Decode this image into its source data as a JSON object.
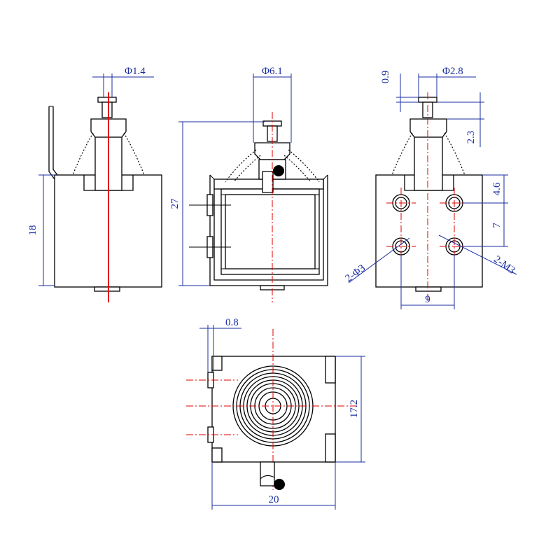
{
  "colors": {
    "outline": "#000000",
    "dimension": "#1a2ea0",
    "centerline": "#e00000",
    "background": "#ffffff"
  },
  "dimensions": {
    "plunger_dia": "Φ1.4",
    "body_dia": "Φ6.1",
    "head_thickness": "0.9",
    "head_dia": "Φ2.8",
    "stroke": "2.3",
    "height_total": "27",
    "height_body": "18",
    "hole_offset_top": "4.6",
    "hole_pitch_v": "7",
    "hole_left_callout": "2-Φ3",
    "hole_right_callout": "2-M3",
    "hole_pitch_h": "9",
    "flange_thickness": "0.8",
    "depth": "17.2",
    "width": "20"
  }
}
